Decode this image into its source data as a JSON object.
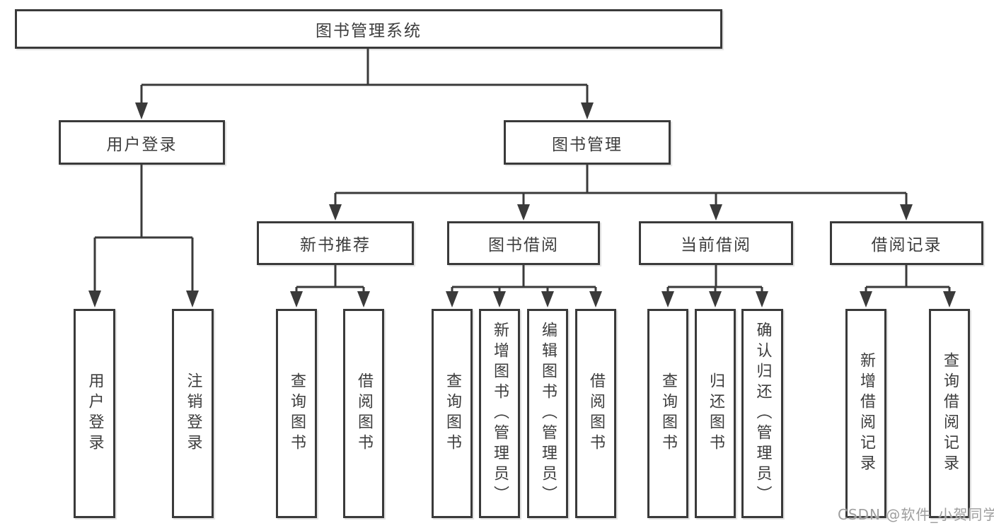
{
  "diagram": {
    "root": "图书管理系统",
    "login": {
      "label": "用户登录",
      "children": [
        "用户登录",
        "注销登录"
      ]
    },
    "management": {
      "label": "图书管理",
      "sections": [
        {
          "label": "新书推荐",
          "children": [
            "查询图书",
            "借阅图书"
          ]
        },
        {
          "label": "图书借阅",
          "children": [
            "查询图书",
            "新增图书（管理员）",
            "编辑图书（管理员）",
            "借阅图书"
          ]
        },
        {
          "label": "当前借阅",
          "children": [
            "查询图书",
            "归还图书",
            "确认归还（管理员）"
          ]
        },
        {
          "label": "借阅记录",
          "children": [
            "新增借阅记录",
            "查询借阅记录"
          ]
        }
      ]
    }
  },
  "watermark": "CSDN @软件_小贺同学",
  "colors": {
    "line": "#3a3a3a",
    "text": "#3d3d3d",
    "background": "#ffffff",
    "watermark": "#9e9e9e"
  }
}
